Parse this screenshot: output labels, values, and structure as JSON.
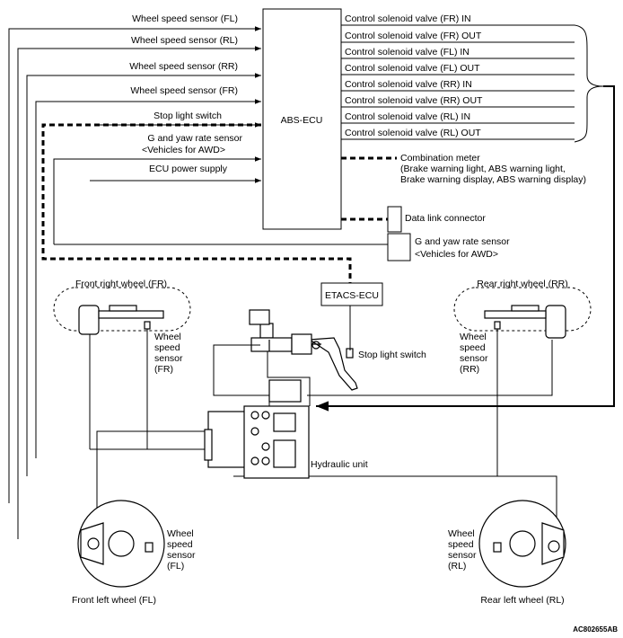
{
  "ecu": {
    "label": "ABS-ECU",
    "inputs": [
      "Wheel speed sensor (FL)",
      "Wheel speed sensor (RL)",
      "Wheel speed sensor (RR)",
      "Wheel speed sensor (FR)",
      "Stop light switch",
      "G and yaw rate sensor",
      "<Vehicles for AWD>",
      "ECU power supply"
    ],
    "outputs": [
      "Control solenoid valve (FR) IN",
      "Control solenoid valve (FR) OUT",
      "Control solenoid valve (FL) IN",
      "Control solenoid valve (FL) OUT",
      "Control solenoid valve (RR) IN",
      "Control solenoid valve (RR) OUT",
      "Control solenoid valve (RL) IN",
      "Control solenoid valve (RL) OUT"
    ]
  },
  "combination_meter": {
    "title": "Combination meter",
    "detail_1": "(Brake warning light, ABS warning light,",
    "detail_2": "Brake warning display, ABS warning display)"
  },
  "data_link_connector": "Data link connector",
  "g_sensor_box": {
    "line_1": "G and yaw rate sensor",
    "line_2": "<Vehicles for AWD>"
  },
  "etacs_ecu": "ETACS-ECU",
  "stop_light_switch": "Stop light switch",
  "hydraulic_unit": "Hydraulic unit",
  "wheels": {
    "front_right": "Front right wheel (FR)",
    "rear_right": "Rear right wheel (RR)",
    "front_left": "Front left wheel (FL)",
    "rear_left": "Rear left wheel (RL)"
  },
  "sensor_labels": {
    "fr": [
      "Wheel",
      "speed",
      "sensor",
      "(FR)"
    ],
    "rr": [
      "Wheel",
      "speed",
      "sensor",
      "(RR)"
    ],
    "fl": [
      "Wheel",
      "speed",
      "sensor",
      "(FL)"
    ],
    "rl": [
      "Wheel",
      "speed",
      "sensor",
      "(RL)"
    ]
  },
  "figure_code": "AC802655AB"
}
